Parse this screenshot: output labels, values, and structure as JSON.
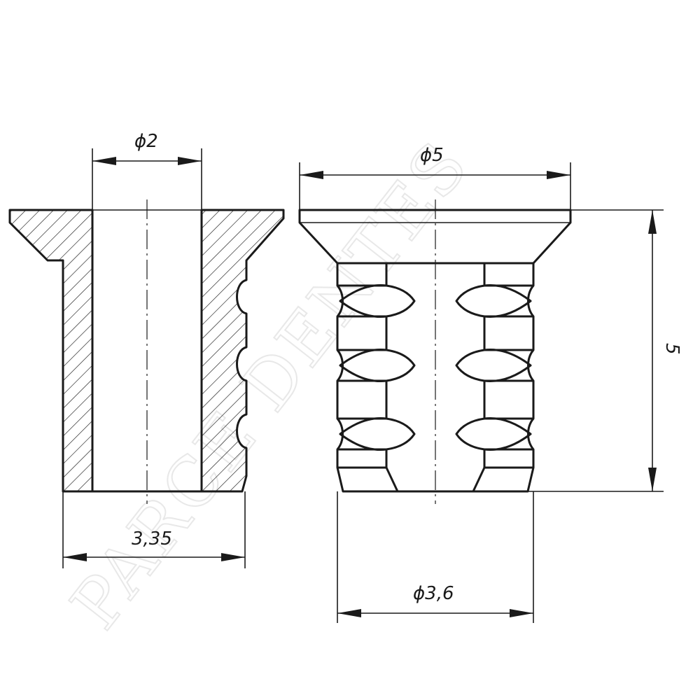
{
  "drawing": {
    "dimensions": {
      "section_bore": "ϕ2",
      "section_outer": "3,35",
      "view_head": "ϕ5",
      "view_body": "ϕ3,6",
      "view_length": "5"
    },
    "watermark": "PARCE DENTES"
  }
}
